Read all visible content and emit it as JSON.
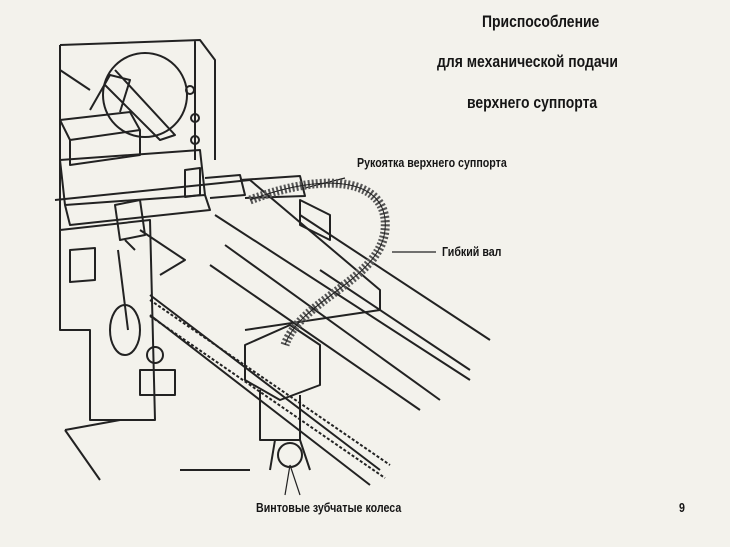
{
  "title": {
    "line1": "Приспособление",
    "line2": "для механической подачи",
    "line3": "верхнего суппорта"
  },
  "labels": {
    "handle": "Рукоятка верхнего суппорта",
    "flex_shaft": "Гибкий вал",
    "gears": "Винтовые зубчатые колеса"
  },
  "page_number": "9"
}
